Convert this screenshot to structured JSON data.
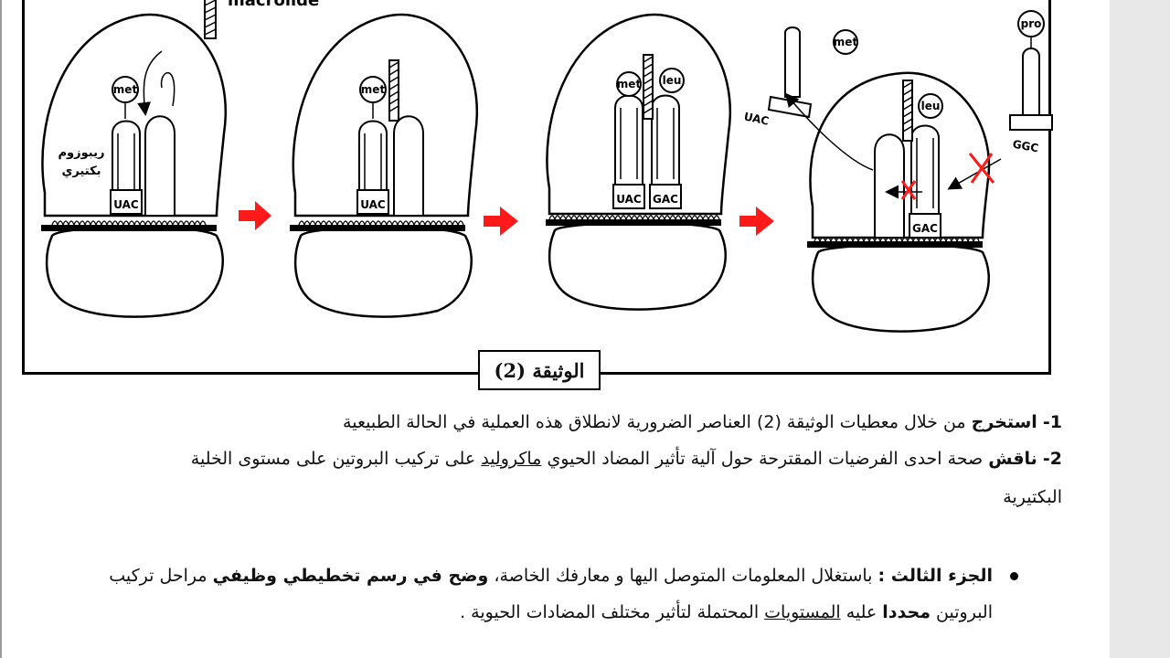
{
  "figure": {
    "labels": {
      "macrolide": "macrolide",
      "ribosome_line1": "ريبوزوم",
      "ribosome_line2": "بكتيري",
      "met": "met",
      "leu": "leu",
      "pro": "pro",
      "uac": "UAC",
      "gac": "GAC",
      "ggc": "GGC"
    },
    "arrow_color": "#ff1a1a"
  },
  "caption": "الوثيقة (2)",
  "questions": {
    "q1_num": "1-",
    "q1_verb": "استخرج",
    "q1_text": "من خلال معطيات الوثيقة (2) العناصر الضرورية لانطلاق هذه العملية في الحالة الطبيعية",
    "q2_num": "2-",
    "q2_verb": "ناقش",
    "q2_text_a": "صحة احدى الفرضيات المقترحة حول آلية تأثير المضاد الحيوي",
    "q2_underlined": "ماكروليد",
    "q2_text_b": "على تركيب البروتين على مستوى الخلية",
    "q2_line2": "البكتيرية"
  },
  "part3": {
    "heading": "الجزء الثالث :",
    "text_a": "باستغلال المعلومات المتوصل اليها و معارفك الخاصة،",
    "bold_a": "وضح في رسم تخطيطي وظيفي",
    "text_b": "مراحل تركيب",
    "line2_a": "البروتين",
    "line2_bold": "محددا",
    "line2_b": "عليه",
    "line2_underlined": "المستويات",
    "line2_c": "المحتملة لتأثير مختلف المضادات الحيوية ."
  }
}
